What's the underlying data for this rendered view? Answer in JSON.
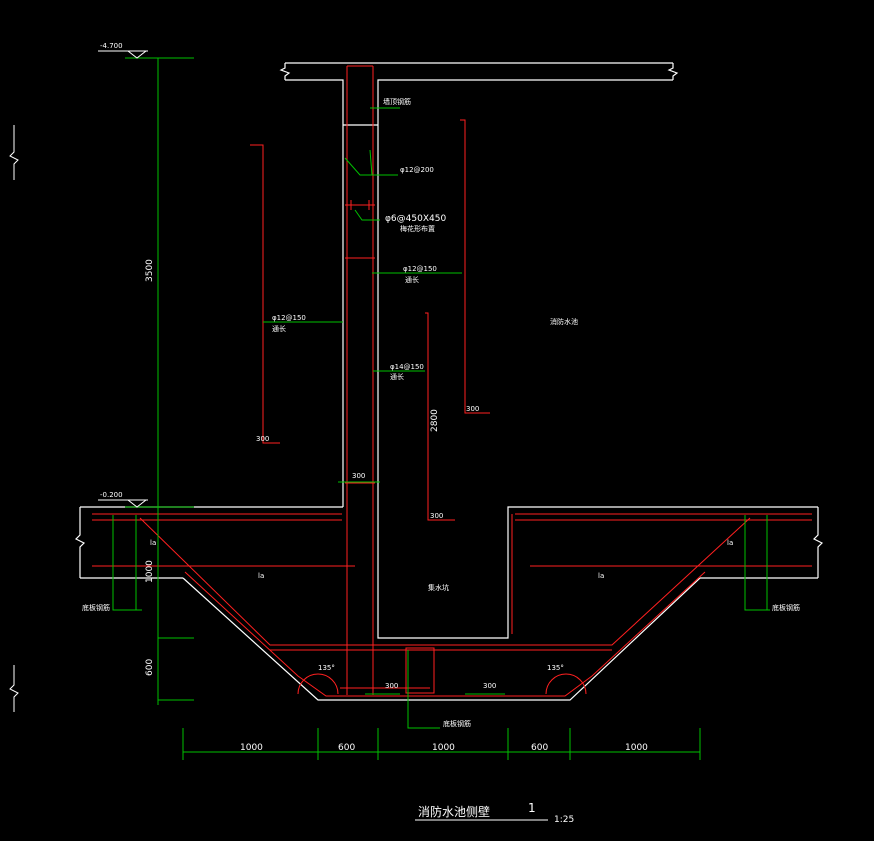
{
  "colors": {
    "background": "#000000",
    "concrete": "#ffffff",
    "rebar": "#ff2020",
    "leader": "#00c000",
    "text": "#ffffff"
  },
  "levels": {
    "top": "-4.700",
    "ground": "-0.200"
  },
  "dims": {
    "wall_height": "3500",
    "slab_thickness": "1000",
    "pit_depth": "600",
    "inner_height": "2800",
    "bottom": [
      "1000",
      "600",
      "1000",
      "600",
      "1000"
    ]
  },
  "rebar": {
    "top_hook": "墙顶钢筋",
    "outer_vertical": "φ12@200",
    "tie": "φ6@450X450",
    "tie_note": "梅花形布置",
    "inner_vertical": "φ12@150",
    "inner_vertical_note": "通长",
    "left_vertical": "φ12@150",
    "left_vertical_note": "通长",
    "horizontal": "φ14@150",
    "horizontal_note": "通长",
    "lap_300": "300",
    "la": "la",
    "angle": "135°"
  },
  "labels": {
    "water_tank": "消防水池",
    "sump": "集水坑",
    "base_rebar_left": "底板钢筋",
    "base_rebar_right": "底板钢筋",
    "base_rebar_bottom": "底板钢筋"
  },
  "title": {
    "name": "消防水池侧壁",
    "number": "1",
    "scale": "1:25"
  }
}
